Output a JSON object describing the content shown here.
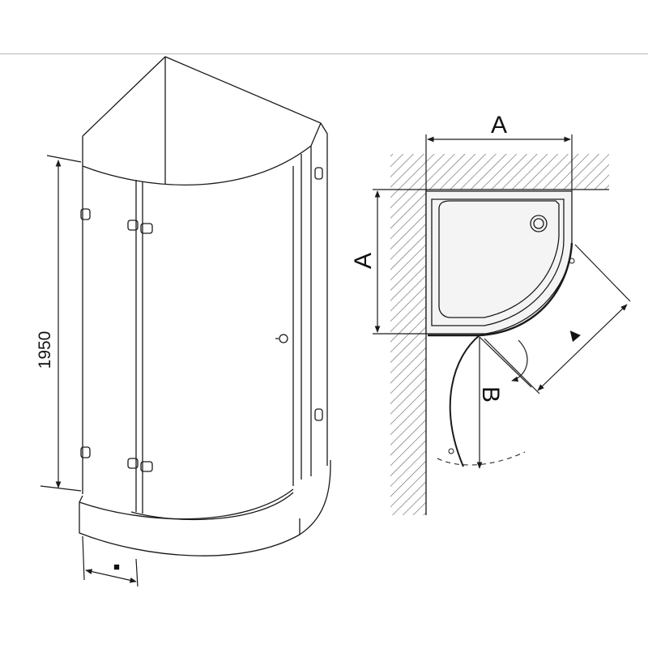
{
  "figure": {
    "height_dimension": "1950",
    "width_marker": "■",
    "plan_width_label": "A",
    "plan_depth_label": "A",
    "door_swing_label": "B",
    "diagonal_marker": "▲"
  },
  "colors": {
    "line": "#1a1a1a",
    "hatch": "#6a6a6a",
    "tray_fill": "#f4f4f4",
    "divider": "#b9b9b9"
  }
}
